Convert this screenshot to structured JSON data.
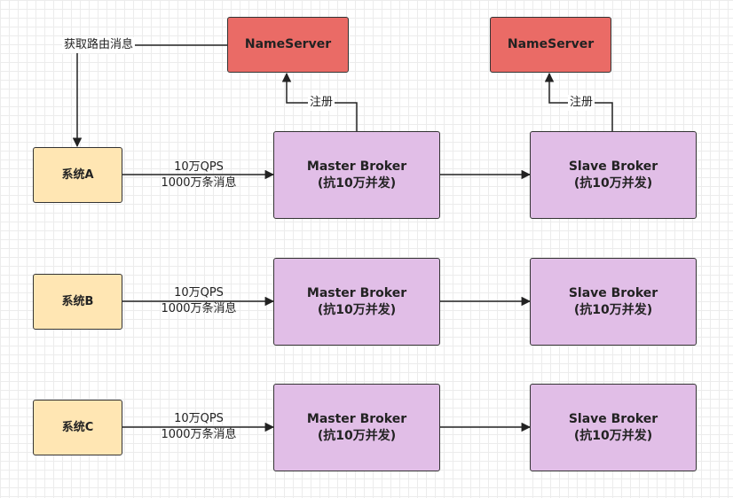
{
  "nameservers": [
    {
      "label": "NameServer"
    },
    {
      "label": "NameServer"
    }
  ],
  "systems": [
    {
      "label": "系统A"
    },
    {
      "label": "系统B"
    },
    {
      "label": "系统C"
    }
  ],
  "masters": [
    {
      "line1": "Master Broker",
      "line2": "(抗10万并发)"
    },
    {
      "line1": "Master Broker",
      "line2": "(抗10万并发)"
    },
    {
      "line1": "Master Broker",
      "line2": "(抗10万并发)"
    }
  ],
  "slaves": [
    {
      "line1": "Slave Broker",
      "line2": "(抗10万并发)"
    },
    {
      "line1": "Slave Broker",
      "line2": "(抗10万并发)"
    },
    {
      "line1": "Slave Broker",
      "line2": "(抗10万并发)"
    }
  ],
  "edge_labels": {
    "route": "获取路由消息",
    "register": [
      "注册",
      "注册"
    ],
    "traffic": [
      {
        "line1": "10万QPS",
        "line2": "1000万条消息"
      },
      {
        "line1": "10万QPS",
        "line2": "1000万条消息"
      },
      {
        "line1": "10万QPS",
        "line2": "1000万条消息"
      }
    ]
  },
  "colors": {
    "nameserver_fill": "#ea6b66",
    "system_fill": "#ffe6b3",
    "broker_fill": "#e1bee7",
    "stroke": "#333333"
  }
}
